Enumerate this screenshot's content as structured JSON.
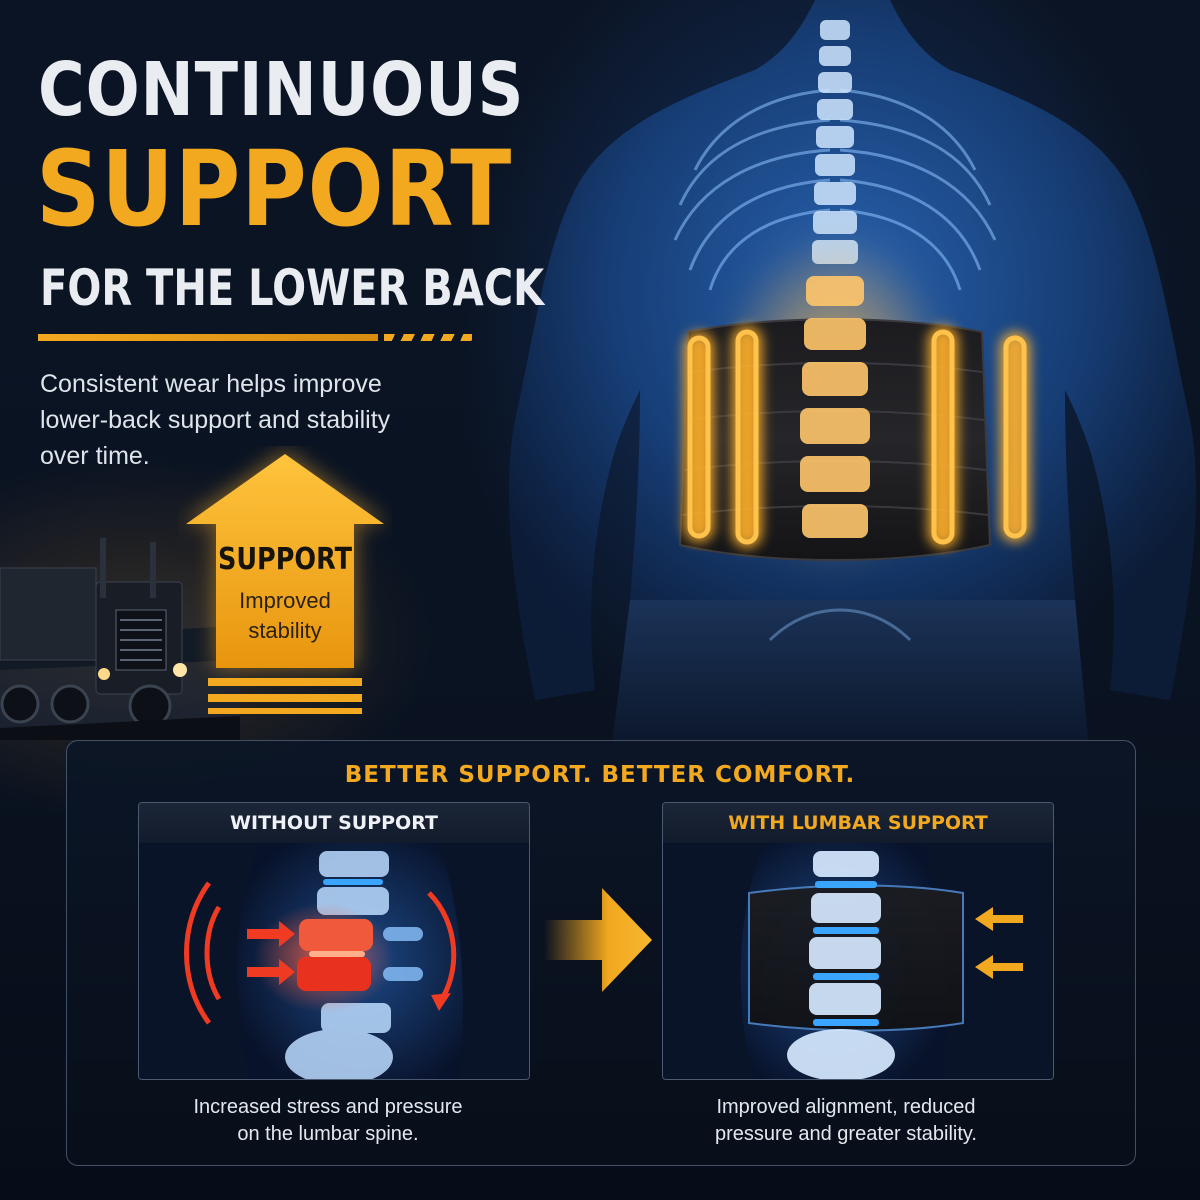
{
  "headline": {
    "line1": "CONTINUOUS",
    "line2": "SUPPORT",
    "line3": "FOR THE LOWER BACK"
  },
  "lead_text": "Consistent wear helps improve lower-back support and stability over time.",
  "arrow_badge": {
    "title": "SUPPORT",
    "subtitle_line1": "Improved",
    "subtitle_line2": "stability"
  },
  "comparison": {
    "title": "BETTER SUPPORT. BETTER COMFORT.",
    "without": {
      "label": "WITHOUT SUPPORT",
      "caption_line1": "Increased stress and pressure",
      "caption_line2": "on the lumbar spine."
    },
    "with": {
      "label": "WITH LUMBAR SUPPORT",
      "caption_line1": "Improved alignment, reduced",
      "caption_line2": "pressure and greater stability."
    }
  },
  "colors": {
    "accent": "#f2a81f",
    "text_light": "#e9ecf1",
    "xray_blue": "#3d8fe0",
    "pressure_red": "#e8321e",
    "background": "#0a1322"
  }
}
